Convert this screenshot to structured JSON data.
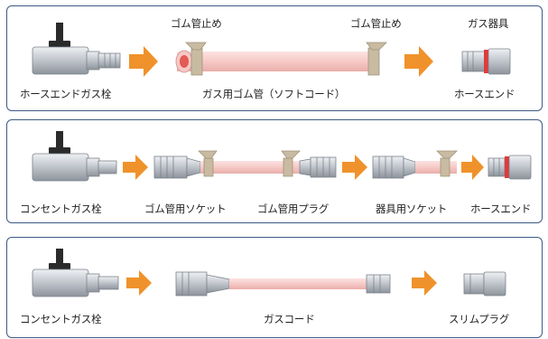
{
  "panels": [
    {
      "labels": {
        "valve": "ホースエンドガス栓",
        "clamp_left": "ゴム管止め",
        "clamp_right": "ゴム管止め",
        "hose": "ガス用ゴム管（ソフトコード）",
        "appliance_top": "ガス器具",
        "hose_end": "ホースエンド"
      }
    },
    {
      "labels": {
        "valve": "コンセントガス栓",
        "socket": "ゴム管用ソケット",
        "plug": "ゴム管用プラグ",
        "appliance_socket": "器具用ソケット",
        "hose_end": "ホースエンド"
      }
    },
    {
      "labels": {
        "valve": "コンセントガス栓",
        "cord": "ガスコード",
        "slim_plug": "スリムプラグ"
      }
    }
  ],
  "colors": {
    "border": "#3d5a86",
    "arrow": "#f0922b",
    "hose": "#f6c9c6",
    "metal": "#c9cdd3",
    "handle": "#2b2b2b",
    "clamp": "#c8bba2",
    "red_ring": "#e03a3a"
  }
}
